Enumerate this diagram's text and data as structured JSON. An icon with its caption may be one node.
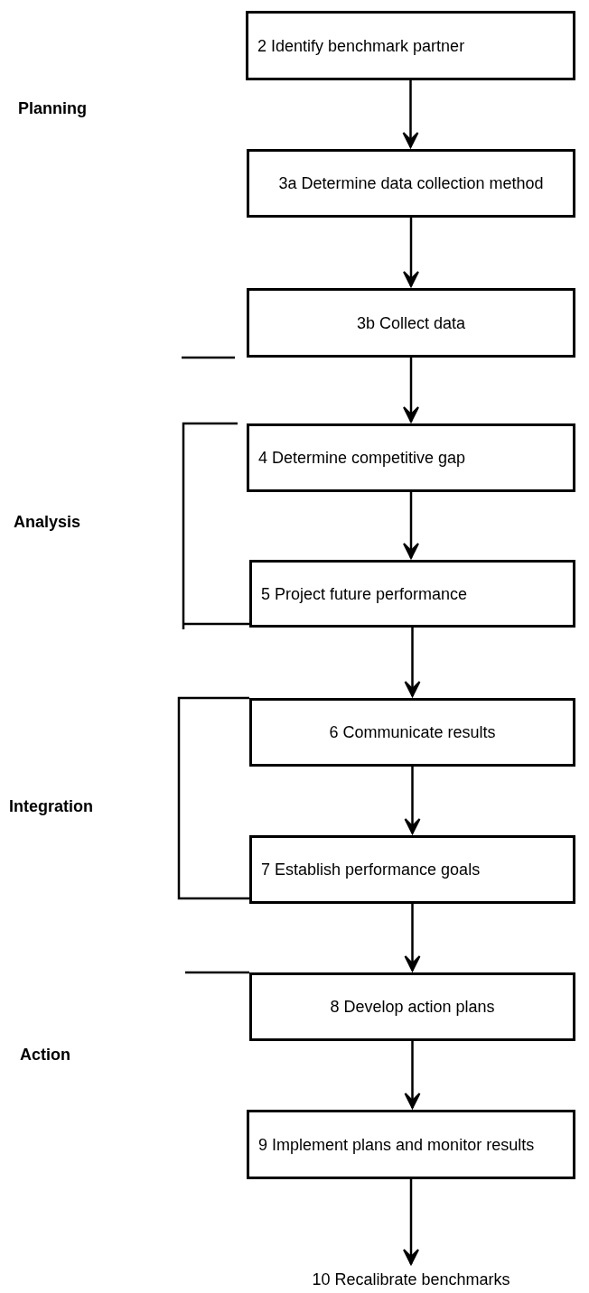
{
  "diagram": {
    "nodes": [
      {
        "text": [
          "2 Identify benchmark partner"
        ]
      },
      {
        "text": [
          "3a Determine data collection method"
        ]
      },
      {
        "text": [
          "3b Collect data"
        ]
      },
      {
        "text": [
          "4 Determine competitive gap"
        ]
      },
      {
        "text": [
          "5 Project future performance"
        ]
      },
      {
        "text": [
          "6 Communicate results"
        ]
      },
      {
        "text": [
          "7 Establish performance goals"
        ]
      },
      {
        "text": [
          "8 Develop action plans"
        ]
      },
      {
        "text": [
          "9 Implement plans and monitor results"
        ]
      },
      {
        "text": [
          "10 Recalibrate benchmarks"
        ]
      }
    ],
    "edges": [
      {
        "from": 0,
        "to": 1,
        "arrow": "to"
      },
      {
        "from": 1,
        "to": 2,
        "arrow": "to"
      },
      {
        "from": 2,
        "to": 3,
        "arrow": "to"
      },
      {
        "from": 3,
        "to": 4,
        "arrow": "to"
      },
      {
        "from": 4,
        "to": 5,
        "arrow": "to"
      },
      {
        "from": 5,
        "to": 6,
        "arrow": "to"
      },
      {
        "from": 6,
        "to": 7,
        "arrow": "to"
      },
      {
        "from": 7,
        "to": 8,
        "arrow": "to"
      },
      {
        "from": 8,
        "to": 9,
        "arrow": "to"
      }
    ],
    "labels": [
      "Planning",
      "Analysis",
      "Integration",
      "Action"
    ]
  }
}
